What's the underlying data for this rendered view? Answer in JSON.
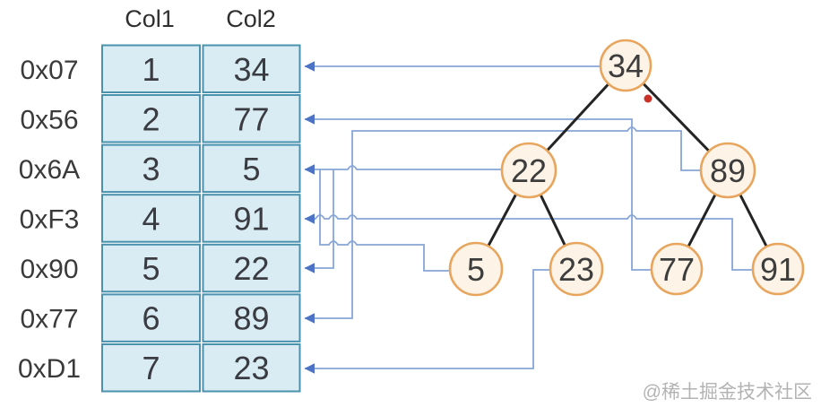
{
  "title": "binary-tree-stored-in-memory-diagram",
  "table": {
    "headers": [
      "Col1",
      "Col2"
    ],
    "rows": [
      {
        "addr": "0x07",
        "col1": "1",
        "col2": "34"
      },
      {
        "addr": "0x56",
        "col1": "2",
        "col2": "77"
      },
      {
        "addr": "0x6A",
        "col1": "3",
        "col2": "5"
      },
      {
        "addr": "0xF3",
        "col1": "4",
        "col2": "91"
      },
      {
        "addr": "0x90",
        "col1": "5",
        "col2": "22"
      },
      {
        "addr": "0x77",
        "col1": "6",
        "col2": "89"
      },
      {
        "addr": "0xD1",
        "col1": "7",
        "col2": "23"
      }
    ]
  },
  "tree": {
    "nodes": [
      {
        "label": "34"
      },
      {
        "label": "22"
      },
      {
        "label": "89"
      },
      {
        "label": "5"
      },
      {
        "label": "23"
      },
      {
        "label": "77"
      },
      {
        "label": "91"
      }
    ],
    "edges": [
      [
        "34",
        "22"
      ],
      [
        "34",
        "89"
      ],
      [
        "22",
        "5"
      ],
      [
        "22",
        "23"
      ],
      [
        "89",
        "77"
      ],
      [
        "89",
        "91"
      ]
    ]
  },
  "links": [
    {
      "node": "34",
      "row_addr": "0x07"
    },
    {
      "node": "77",
      "row_addr": "0x56"
    },
    {
      "node": "5",
      "row_addr": "0x6A"
    },
    {
      "node": "91",
      "row_addr": "0xF3"
    },
    {
      "node": "22",
      "row_addr": "0x90"
    },
    {
      "node": "89",
      "row_addr": "0x77"
    },
    {
      "node": "23",
      "row_addr": "0xD1"
    }
  ],
  "watermark": "@稀土掘金技术社区",
  "colors": {
    "table_fill": "#d9ecf4",
    "table_border": "#4a92ad",
    "connector_line": "#87a5d8",
    "arrowhead": "#4d74c4",
    "node_fill": "#fdf3e6",
    "node_border": "#e8a55e",
    "tree_edge": "#242424",
    "red_dot": "#cb3227",
    "text": "#3b3b42",
    "watermark_text": "#b3b3b3"
  }
}
